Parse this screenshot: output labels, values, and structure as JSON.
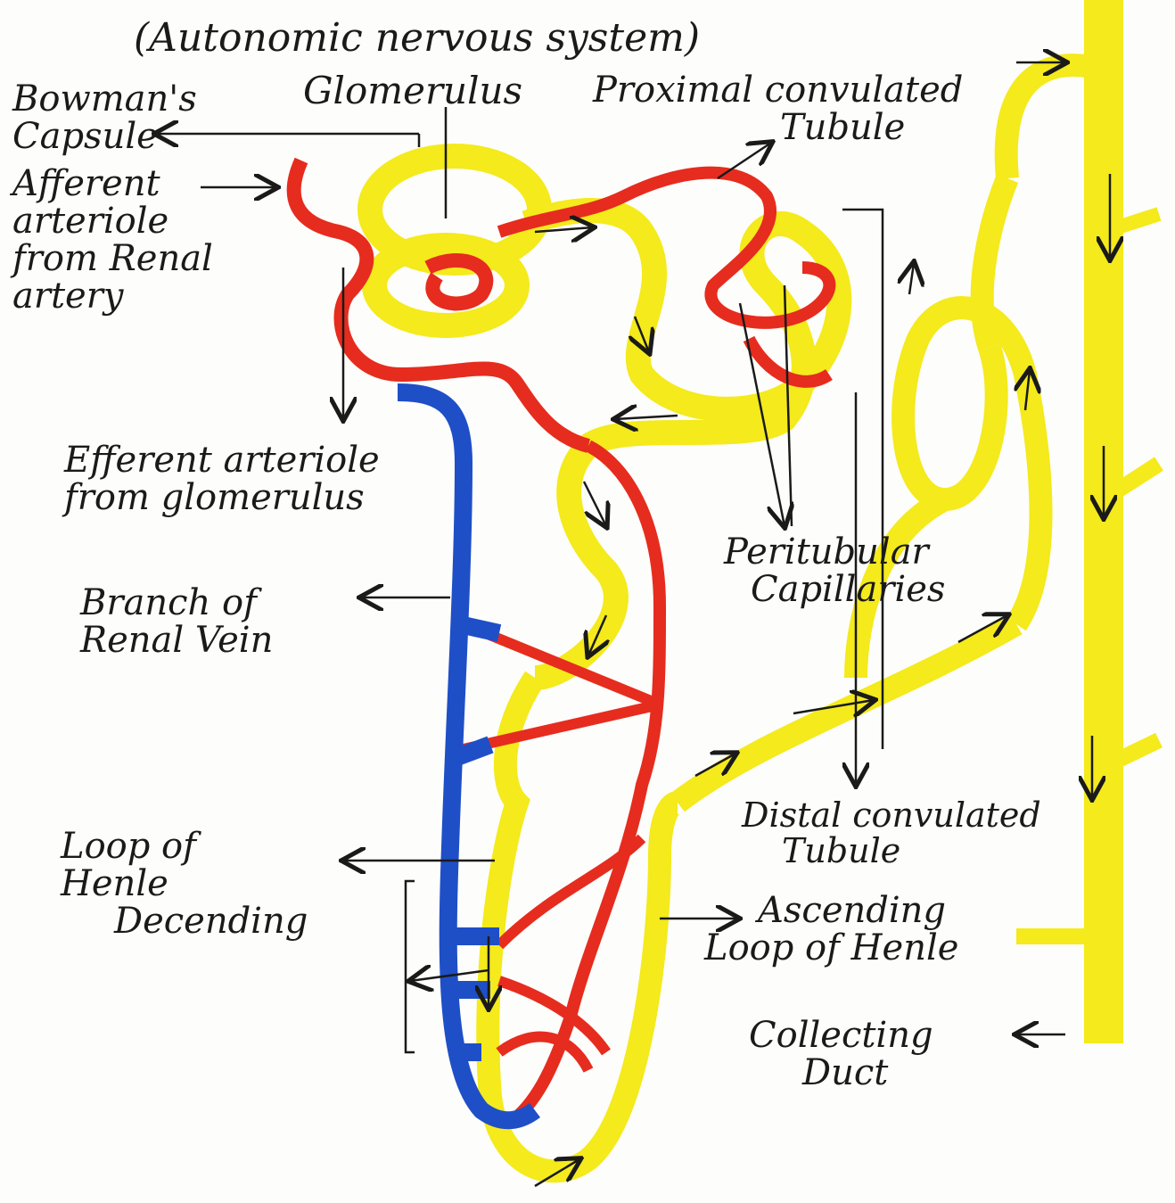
{
  "header": {
    "subtitle": "(Autonomic nervous system)"
  },
  "labels": {
    "bowmans_capsule": [
      "Bowman's",
      "Capsule"
    ],
    "glomerulus": "Glomerulus",
    "afferent_arteriole": [
      "Afferent",
      "arteriole",
      "from Renal",
      "artery"
    ],
    "proximal_tubule": [
      "Proximal convulated",
      "Tubule"
    ],
    "efferent_arteriole": [
      "Efferent arteriole",
      "from glomerulus"
    ],
    "peritubular_capillaries": [
      "Peritubular",
      "Capillaries"
    ],
    "renal_vein_branch": [
      "Branch of",
      "Renal Vein"
    ],
    "distal_tubule": [
      "Distal convulated",
      "Tubule"
    ],
    "loop_descending": [
      "Loop of",
      "Henle",
      "Decending"
    ],
    "loop_ascending": [
      "Ascending",
      "Loop of Henle"
    ],
    "collecting_duct": [
      "Collecting",
      "Duct"
    ]
  },
  "colors": {
    "tubule": "#f4ea1c",
    "artery": "#e62c1e",
    "vein": "#1f4fc7",
    "ink": "#1a1a1a"
  }
}
